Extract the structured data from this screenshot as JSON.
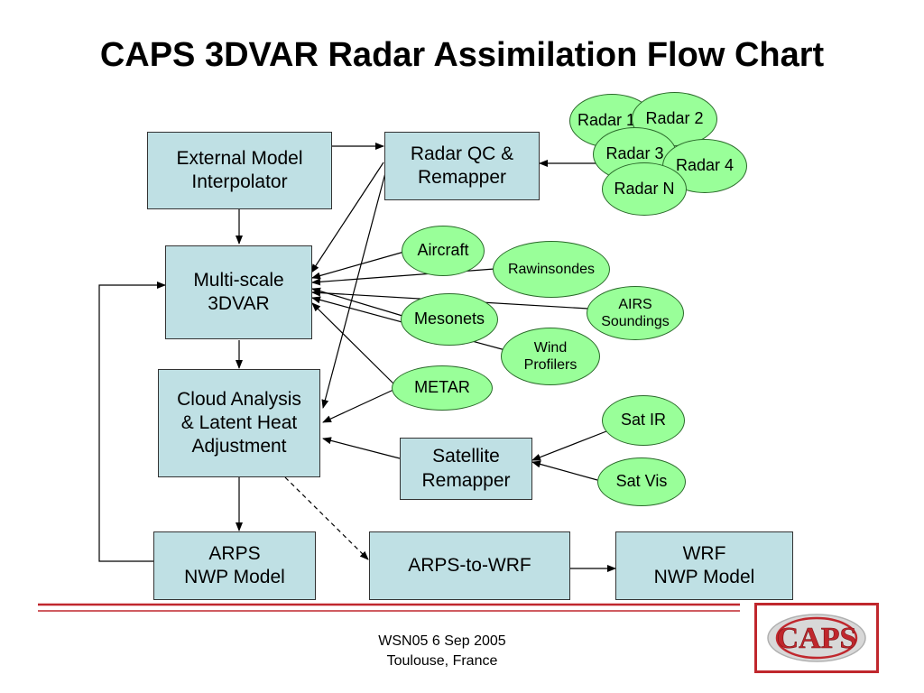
{
  "title": "CAPS 3DVAR Radar Assimilation Flow Chart",
  "boxes": {
    "external_model": "External Model\nInterpolator",
    "radar_qc": "Radar QC &\nRemapper",
    "multiscale": "Multi-scale\n3DVAR",
    "cloud_analysis": "Cloud Analysis\n& Latent Heat\nAdjustment",
    "satellite_remapper": "Satellite\nRemapper",
    "arps_nwp": "ARPS\nNWP Model",
    "arps_to_wrf": "ARPS-to-WRF",
    "wrf_nwp": "WRF\nNWP Model"
  },
  "ovals": {
    "radar1": "Radar 1",
    "radar2": "Radar 2",
    "radar3": "Radar 3",
    "radar4": "Radar 4",
    "radarN": "Radar N",
    "aircraft": "Aircraft",
    "rawinsondes": "Rawinsondes",
    "mesonets": "Mesonets",
    "airs": "AIRS\nSoundings",
    "wind_profilers": "Wind\nProfilers",
    "metar": "METAR",
    "sat_ir": "Sat IR",
    "sat_vis": "Sat Vis"
  },
  "footer": {
    "text": "WSN05 6 Sep 2005\nToulouse, France"
  },
  "logo": {
    "text": "CAPS"
  },
  "colors": {
    "box_fill": "#bfe0e4",
    "oval_fill": "#99ff99",
    "accent_red": "#c0272d"
  }
}
